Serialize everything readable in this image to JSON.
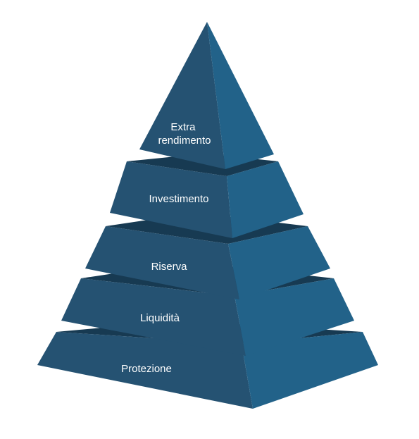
{
  "diagram": {
    "levels": [
      {
        "label_lines": [
          "Extra",
          "rendimento"
        ]
      },
      {
        "label_lines": [
          "Investimento"
        ]
      },
      {
        "label_lines": [
          "Riserva"
        ]
      },
      {
        "label_lines": [
          "Liquidità"
        ]
      },
      {
        "label_lines": [
          "Protezione"
        ]
      }
    ]
  },
  "colors": {
    "face_left": "#255272",
    "face_right": "#226289",
    "top_surface": "#173a52",
    "background": "#ffffff"
  }
}
